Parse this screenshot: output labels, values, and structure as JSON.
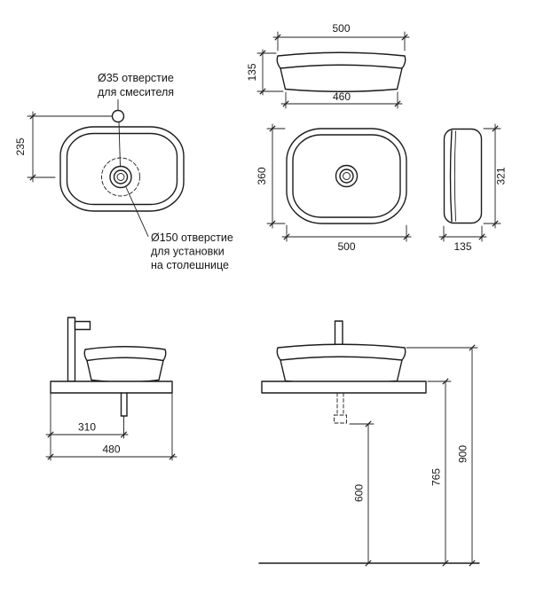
{
  "page": {
    "background_color": "#ffffff",
    "line_color": "#1c1c1c"
  },
  "annotations": {
    "faucet_hole": {
      "line1": "Ø35 отверстие",
      "line2": "для смесителя"
    },
    "countertop_hole": {
      "line1": "Ø150 отверстие",
      "line2": "для установки",
      "line3": "на столешнице"
    }
  },
  "dimensions": {
    "faucet_offset": "235",
    "front_top_width": "500",
    "front_height": "135",
    "front_bottom_width": "460",
    "plan_depth": "360",
    "plan_width": "500",
    "side_depth": "321",
    "side_width": "135",
    "drain_offset": "310",
    "counter_depth": "480",
    "drain_height": "600",
    "counter_height": "765",
    "rim_height": "900"
  }
}
